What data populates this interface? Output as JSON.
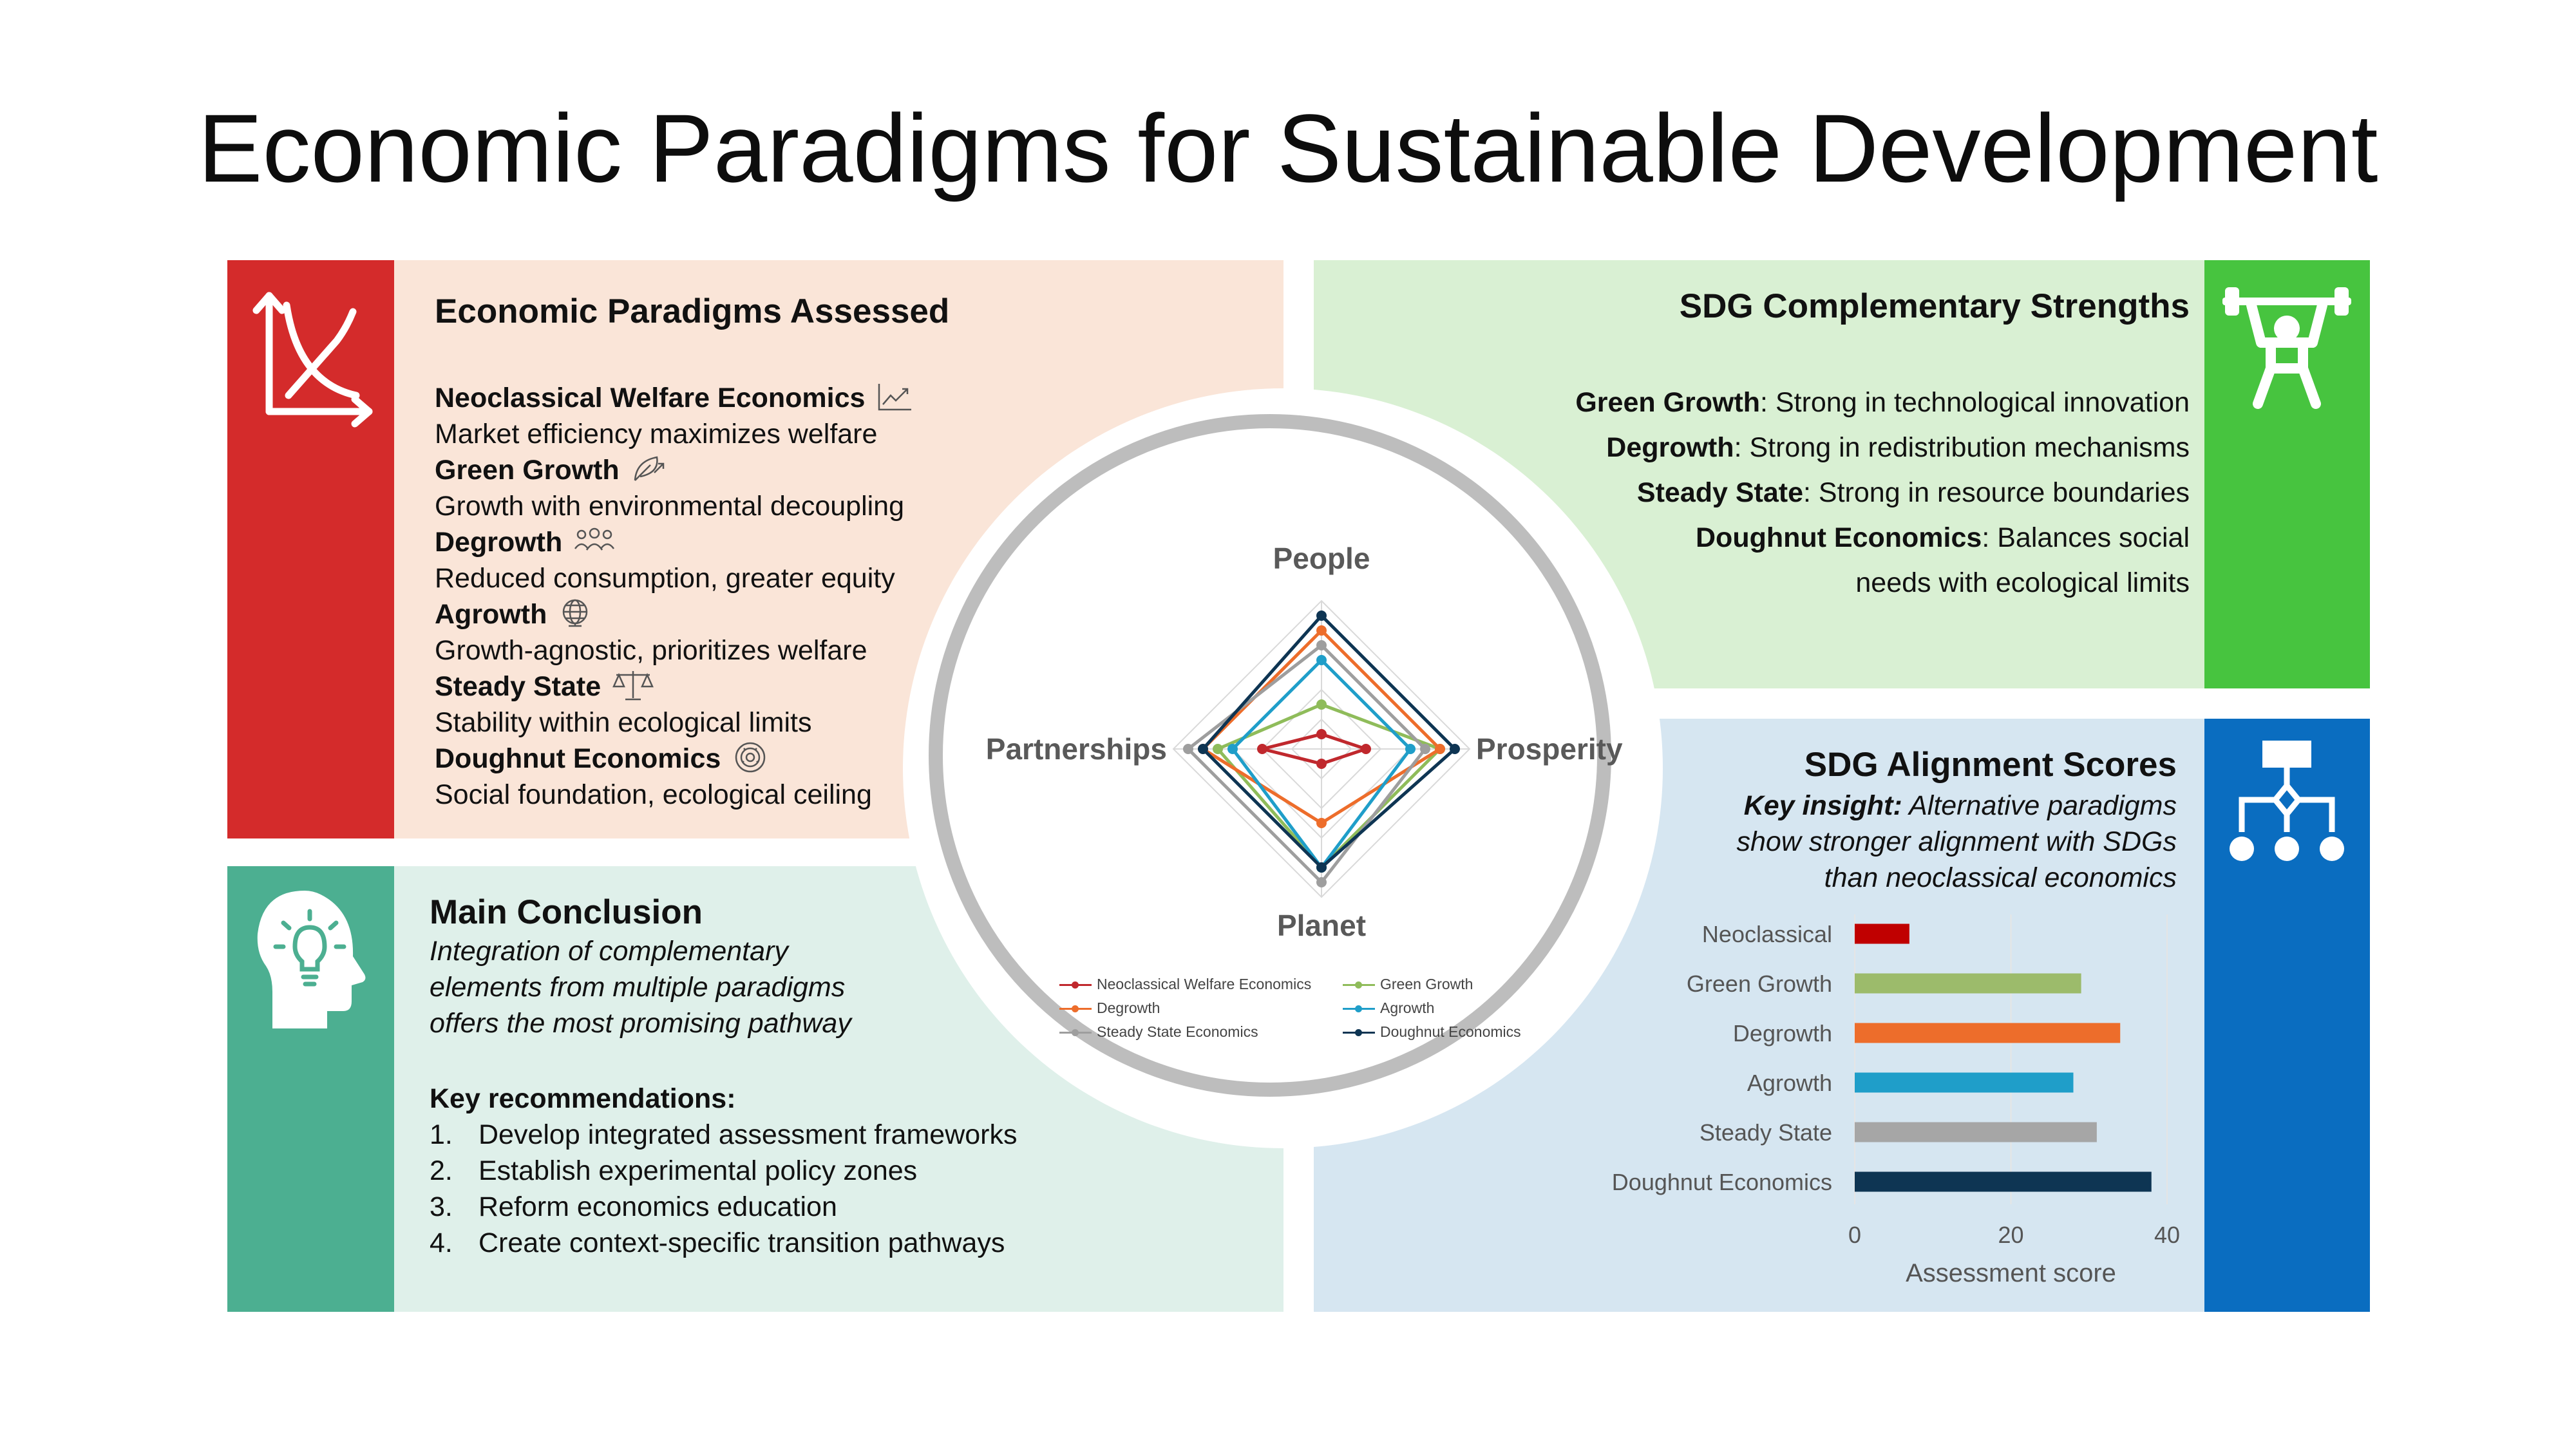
{
  "title": "Economic Paradigms for Sustainable Development",
  "colors": {
    "red": "#d42b2b",
    "peach": "#fae5d8",
    "green": "#47c43f",
    "lightgreen": "#d9f0d3",
    "teal": "#4caf91",
    "lightteal": "#dff0ea",
    "blue": "#0a6dc0",
    "lightblue": "#d6e6f1",
    "ring": "#bdbdbd"
  },
  "paradigms_panel": {
    "heading": "Economic Paradigms Assessed",
    "items": [
      {
        "name": "Neoclassical Welfare Economics",
        "desc": "Market efficiency maximizes welfare",
        "icon": "trend-chart-icon"
      },
      {
        "name": "Green Growth",
        "desc": "Growth with environmental decoupling",
        "icon": "leaf-growth-icon"
      },
      {
        "name": "Degrowth",
        "desc": "Reduced consumption, greater equity",
        "icon": "people-group-icon"
      },
      {
        "name": "Agrowth",
        "desc": "Growth-agnostic, prioritizes welfare",
        "icon": "globe-icon"
      },
      {
        "name": "Steady State",
        "desc": "Stability within ecological limits",
        "icon": "balance-scale-icon"
      },
      {
        "name": "Doughnut Economics",
        "desc": "Social foundation, ecological ceiling",
        "icon": "doughnut-icon"
      }
    ]
  },
  "strengths_panel": {
    "heading": "SDG Complementary Strengths",
    "rows": [
      {
        "name": "Green Growth",
        "text": ": Strong in technological innovation"
      },
      {
        "name": "Degrowth",
        "text": ": Strong in redistribution mechanisms"
      },
      {
        "name": "Steady State",
        "text": ": Strong in resource boundaries"
      },
      {
        "name": "Doughnut Economics",
        "text": ": Balances social"
      },
      {
        "name": "",
        "text": "needs with ecological limits"
      }
    ]
  },
  "conclusion_panel": {
    "heading": "Main Conclusion",
    "summary": [
      "Integration of complementary",
      "elements from multiple paradigms",
      "offers the most promising pathway"
    ],
    "rec_heading": "Key recommendations:",
    "recommendations": [
      {
        "num": "1.",
        "text": "Develop integrated assessment frameworks"
      },
      {
        "num": "2.",
        "text": "Establish experimental policy zones"
      },
      {
        "num": "3.",
        "text": "Reform economics education"
      },
      {
        "num": "4.",
        "text": "Create context-specific transition pathways"
      }
    ]
  },
  "scores_panel": {
    "heading": "SDG Alignment Scores",
    "insight_lead": "Key insight:",
    "insight_lines": [
      " Alternative paradigms",
      "show stronger alignment with SDGs",
      "than neoclassical economics"
    ]
  },
  "chart_data": [
    {
      "type": "radar",
      "axes": [
        "People",
        "Prosperity",
        "Planet",
        "Partnerships"
      ],
      "range": [
        0,
        10
      ],
      "series": [
        {
          "name": "Neoclassical Welfare Economics",
          "color": "#c0282d",
          "values": [
            1,
            3,
            1,
            4
          ]
        },
        {
          "name": "Green Growth",
          "color": "#8fbc5a",
          "values": [
            3,
            8,
            8,
            7
          ]
        },
        {
          "name": "Degrowth",
          "color": "#ed6d2b",
          "values": [
            8,
            8,
            5,
            8
          ]
        },
        {
          "name": "Agrowth",
          "color": "#1f9ec9",
          "values": [
            6,
            6,
            8,
            6
          ]
        },
        {
          "name": "Steady State Economics",
          "color": "#9e9e9e",
          "values": [
            7,
            7,
            9,
            9
          ]
        },
        {
          "name": "Doughnut Economics",
          "color": "#0e3553",
          "values": [
            9,
            9,
            8,
            8
          ]
        }
      ]
    },
    {
      "type": "bar",
      "orientation": "horizontal",
      "categories": [
        "Neoclassical",
        "Green Growth",
        "Degrowth",
        "Agrowth",
        "Steady State",
        "Doughnut Economics"
      ],
      "values": [
        7,
        29,
        34,
        28,
        31,
        38
      ],
      "colors": [
        "#c00000",
        "#9cbb6b",
        "#ed6d2b",
        "#1f9ec9",
        "#a6a6a6",
        "#0e3553"
      ],
      "xlim": [
        0,
        40
      ],
      "xticks": [
        "0",
        "20",
        "40"
      ],
      "xlabel": "Assessment score"
    }
  ]
}
